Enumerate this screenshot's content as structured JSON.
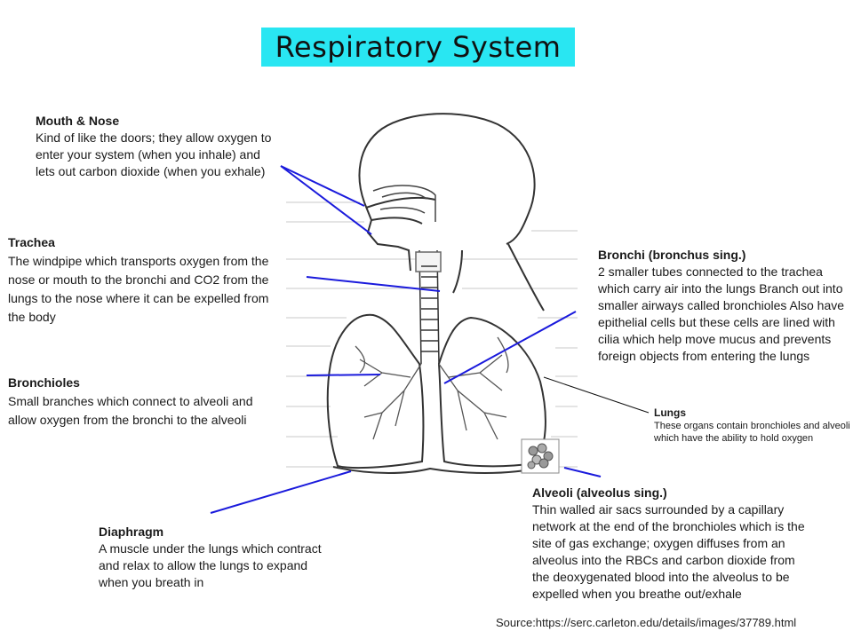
{
  "title": "Respiratory System",
  "labels": {
    "mouth": {
      "heading": "Mouth & Nose",
      "text": "Kind of like the doors; they allow oxygen to enter your system (when you inhale) and lets out carbon dioxide (when you exhale)"
    },
    "trachea": {
      "heading": "Trachea",
      "text": "The windpipe which transports oxygen  from the nose or mouth to the bronchi and CO2 from the lungs to the nose where it can be expelled from the body"
    },
    "bronchioles": {
      "heading": "Bronchioles",
      "text": "Small branches which connect to alveoli and allow oxygen from the bronchi to the alveoli"
    },
    "diaphragm": {
      "heading": "Diaphragm",
      "text": "A muscle under the lungs which contract and relax to allow the lungs to expand when you breath in"
    },
    "bronchi": {
      "heading": "Bronchi (bronchus sing.)",
      "text": "2 smaller tubes connected to the trachea which carry air into the lungs Branch out into smaller airways called bronchioles Also have epithelial cells but these cells are lined with cilia which help move mucus and prevents foreign objects from entering the lungs"
    },
    "lungs": {
      "heading": "Lungs",
      "text": "These organs contain bronchioles and alveoli which have the ability to hold oxygen"
    },
    "alveoli": {
      "heading": "Alveoli (alveolus sing.)",
      "text": "Thin walled air sacs surrounded by a capillary network  at the end of the bronchioles which is the site of gas exchange; oxygen diffuses from an alveolus into the RBCs and carbon dioxide from the deoxygenated blood  into the alveolus to be expelled when you breathe out/exhale"
    }
  },
  "source": "Source:https://serc.carleton.edu/details/images/37789.html",
  "colors": {
    "title_bg": "#29e6f2",
    "pointer": "#1a1adc",
    "outline": "#333333"
  }
}
